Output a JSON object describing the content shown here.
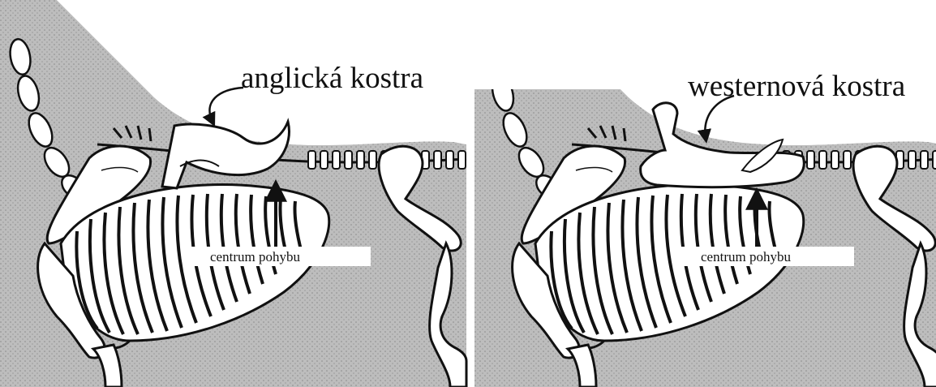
{
  "panels": [
    {
      "title": "anglická kostra",
      "label": "centrum pohybu"
    },
    {
      "title": "westernová kostra",
      "label": "centrum pohybu"
    }
  ]
}
